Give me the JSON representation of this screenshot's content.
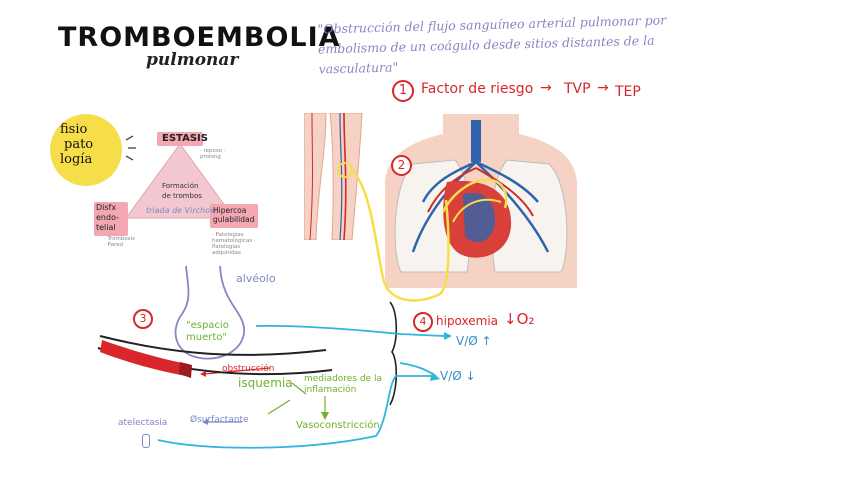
{
  "header": {
    "title": "TROMBOEMBOLIA",
    "subtitle": "pulmonar",
    "definition": "\"Obstrucción del flujo sanguíneo arterial pulmonar por embolismo de un coágulo desde sitios distantes de la vasculatura\""
  },
  "pathway": {
    "step_number": "1",
    "risk": "Factor de riesgo",
    "tvp": "TVP",
    "tep": "TEP"
  },
  "fisiopatologia": {
    "badge_lines": [
      "fisio",
      "pato",
      "logía"
    ],
    "estasis": "ESTASIS",
    "estasis_note": "· reposo · prolong",
    "center_line1": "Formación",
    "center_line2": "de trombos",
    "triad": "triada de Virchow",
    "disfx": "Disfx endo- telial",
    "disfx_note": "· Trombosis · Pared",
    "hipercoag": "Hipercoa gulabilidad",
    "hipercoag_note": "· Patologías hematológicas · Patologías adquiridas"
  },
  "figures": {
    "lung_step": "2",
    "vessel_step": "3"
  },
  "mechanism": {
    "alveolo": "alvéolo",
    "espacio_muerto": "\"espacio muerto\"",
    "obstruccion": "obstrucción",
    "isquemia": "isquemia",
    "mediadores": "mediadores de la inflamación",
    "vasoconstriccion": "Vasoconstricción",
    "surfactante": "Øsurfactante",
    "atelectasia": "atelectasia"
  },
  "outcome": {
    "step_number": "4",
    "hipoxemia": "hipoxemia",
    "o2": "↓O₂",
    "vq_up": "V/Ø ↑",
    "vq_down": "V/Ø ↓"
  },
  "colors": {
    "red": "#d8262b",
    "green": "#6fb12a",
    "blue_text": "#7f86c6",
    "cyan_arrow": "#2fb5de",
    "yellow": "#f6de4a",
    "pink": "#f2c7cf"
  }
}
